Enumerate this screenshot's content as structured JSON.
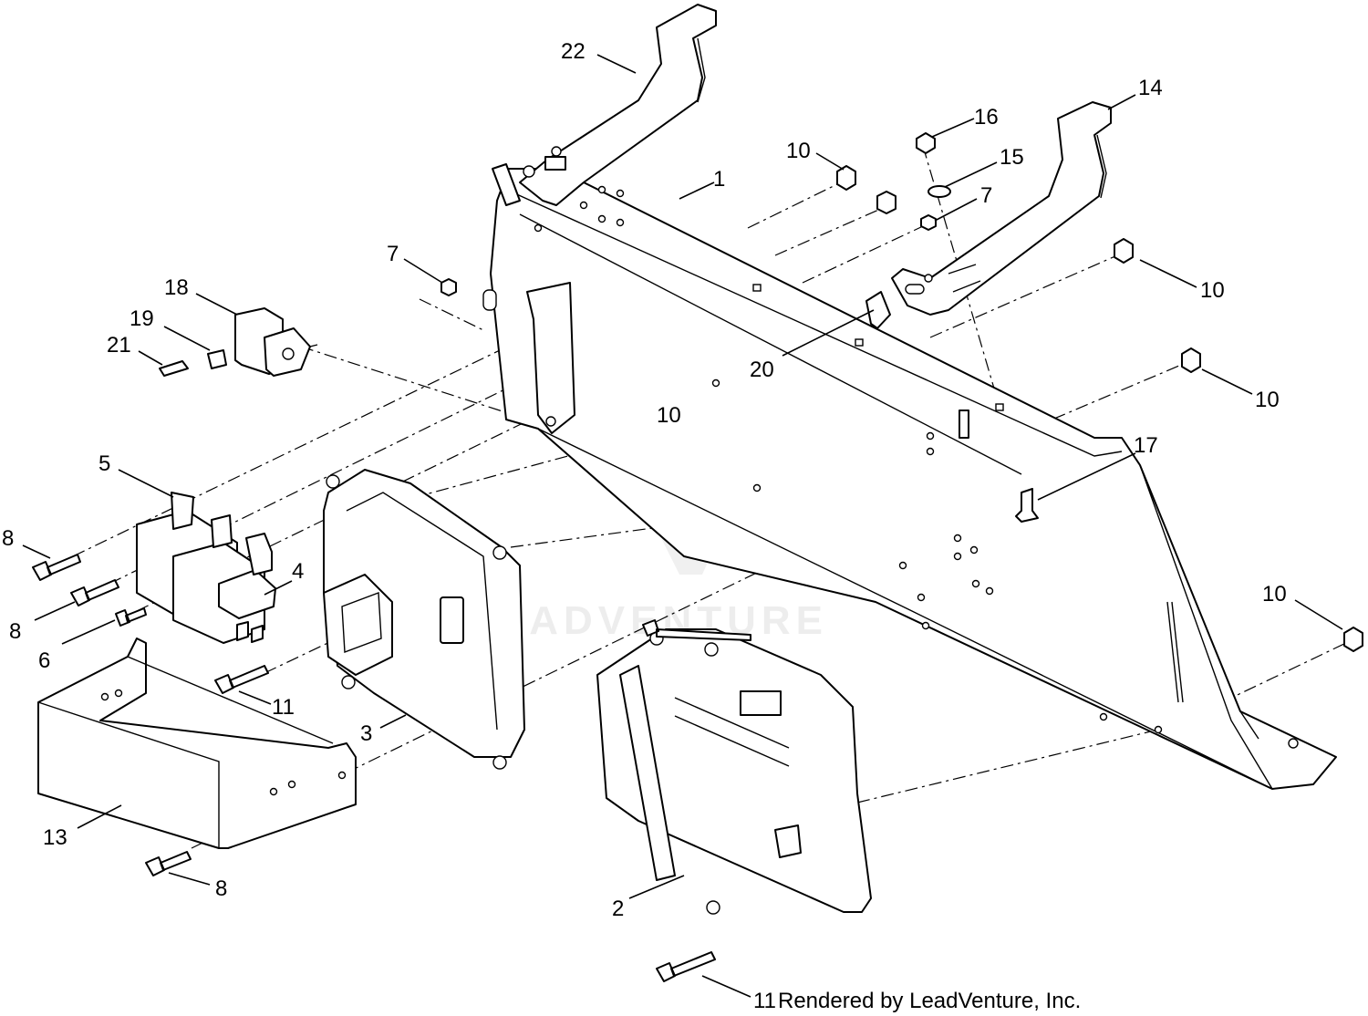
{
  "diagram": {
    "watermark": "LEADVENTURE",
    "credit": "Rendered by LeadVenture, Inc.",
    "callouts": [
      {
        "id": "c22",
        "label": "22"
      },
      {
        "id": "c14",
        "label": "14"
      },
      {
        "id": "c16",
        "label": "16"
      },
      {
        "id": "c10a",
        "label": "10"
      },
      {
        "id": "c15",
        "label": "15"
      },
      {
        "id": "c1",
        "label": "1"
      },
      {
        "id": "c7a",
        "label": "7"
      },
      {
        "id": "c7b",
        "label": "7"
      },
      {
        "id": "c18",
        "label": "18"
      },
      {
        "id": "c19",
        "label": "19"
      },
      {
        "id": "c21",
        "label": "21"
      },
      {
        "id": "c10b",
        "label": "10"
      },
      {
        "id": "c20",
        "label": "20"
      },
      {
        "id": "c10c",
        "label": "10"
      },
      {
        "id": "c10d",
        "label": "10"
      },
      {
        "id": "c17",
        "label": "17"
      },
      {
        "id": "c5",
        "label": "5"
      },
      {
        "id": "c8a",
        "label": "8"
      },
      {
        "id": "c4",
        "label": "4"
      },
      {
        "id": "c8b",
        "label": "8"
      },
      {
        "id": "c6",
        "label": "6"
      },
      {
        "id": "c10e",
        "label": "10"
      },
      {
        "id": "c11a",
        "label": "11"
      },
      {
        "id": "c3",
        "label": "3"
      },
      {
        "id": "c13",
        "label": "13"
      },
      {
        "id": "c8c",
        "label": "8"
      },
      {
        "id": "c2",
        "label": "2"
      },
      {
        "id": "c11b",
        "label": "11"
      }
    ]
  }
}
